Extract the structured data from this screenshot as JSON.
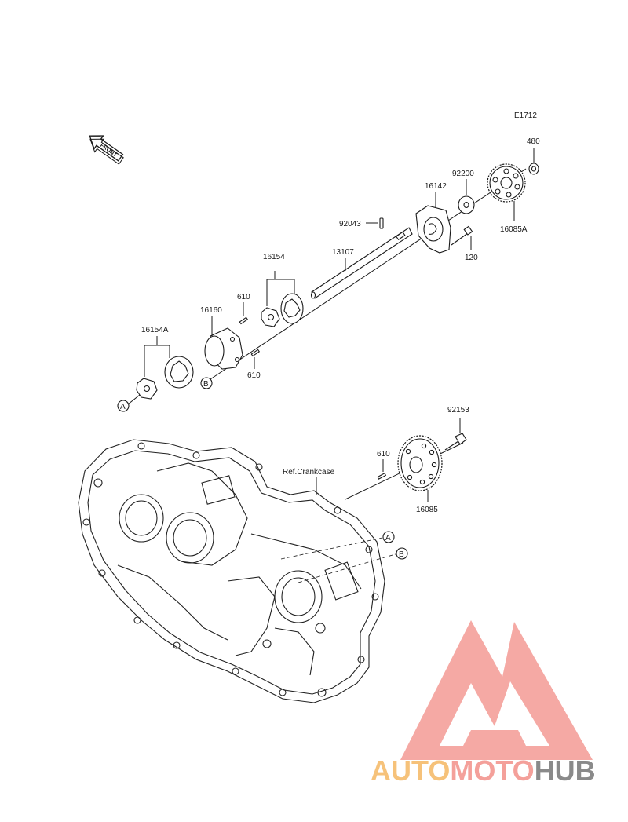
{
  "diagram": {
    "code": "E1712",
    "front_label": "FRONT",
    "ref_label": "Ref.Crankcase",
    "callouts": {
      "p480": "480",
      "p92200": "92200",
      "p16142": "16142",
      "p16085A": "16085A",
      "p92043": "92043",
      "p13107": "13107",
      "p120": "120",
      "p16154": "16154",
      "p16160": "16160",
      "p610a": "610",
      "p610b": "610",
      "p16154A": "16154A",
      "p92153": "92153",
      "p610c": "610",
      "p16085": "16085"
    },
    "markers": {
      "a_top": "A",
      "b_top": "B",
      "a_case": "A",
      "b_case": "B"
    }
  },
  "watermark": {
    "auto": "AUTO",
    "moto": "MOTO",
    "hub": "HUB",
    "color_auto": "#f6c27a",
    "color_moto": "#f4a09a",
    "color_hub": "#8a8a8a",
    "logo_color": "#f4a09a"
  }
}
